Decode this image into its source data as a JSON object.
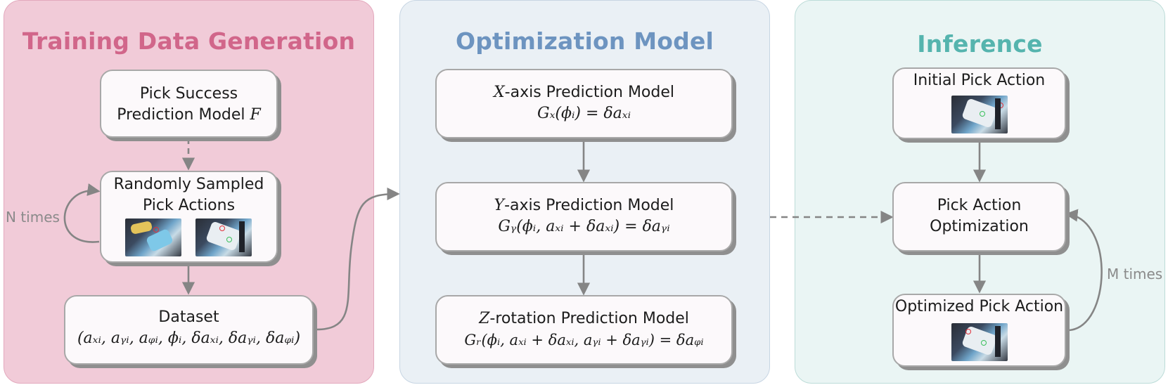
{
  "training": {
    "title": "Training Data Generation",
    "box_success": {
      "line1": "Pick Success",
      "line2": "Prediction Model",
      "var": "F"
    },
    "box_random": {
      "line1": "Randomly Sampled",
      "line2": "Pick Actions"
    },
    "box_dataset": {
      "line1": "Dataset",
      "formula": "(aₓᵢ, aᵧᵢ, aᵩᵢ, ϕᵢ, δaₓᵢ, δaᵧᵢ, δaᵩᵢ)"
    },
    "loop_label": "N times"
  },
  "optimization": {
    "title": "Optimization Model",
    "box_x": {
      "var": "X",
      "label": "-axis Prediction Model",
      "formula": "Gₓ(ϕᵢ) = δaₓᵢ"
    },
    "box_y": {
      "var": "Y",
      "label": "-axis Prediction Model",
      "formula": "Gᵧ(ϕᵢ, aₓᵢ + δaₓᵢ) = δaᵧᵢ"
    },
    "box_z": {
      "var": "Z",
      "label": "-rotation Prediction Model",
      "formula": "Gᵣ(ϕᵢ, aₓᵢ + δaₓᵢ, aᵧᵢ + δaᵧᵢ) = δaᵩᵢ"
    }
  },
  "inference": {
    "title": "Inference",
    "box_initial": "Initial Pick Action",
    "box_opt": {
      "line1": "Pick Action",
      "line2": "Optimization"
    },
    "box_final": "Optimized Pick Action",
    "loop_label": "M times"
  },
  "colors": {
    "training_title": "#d1668a",
    "optimization_title": "#6d94c0",
    "inference_title": "#55b4ae",
    "arrow": "#858585"
  }
}
